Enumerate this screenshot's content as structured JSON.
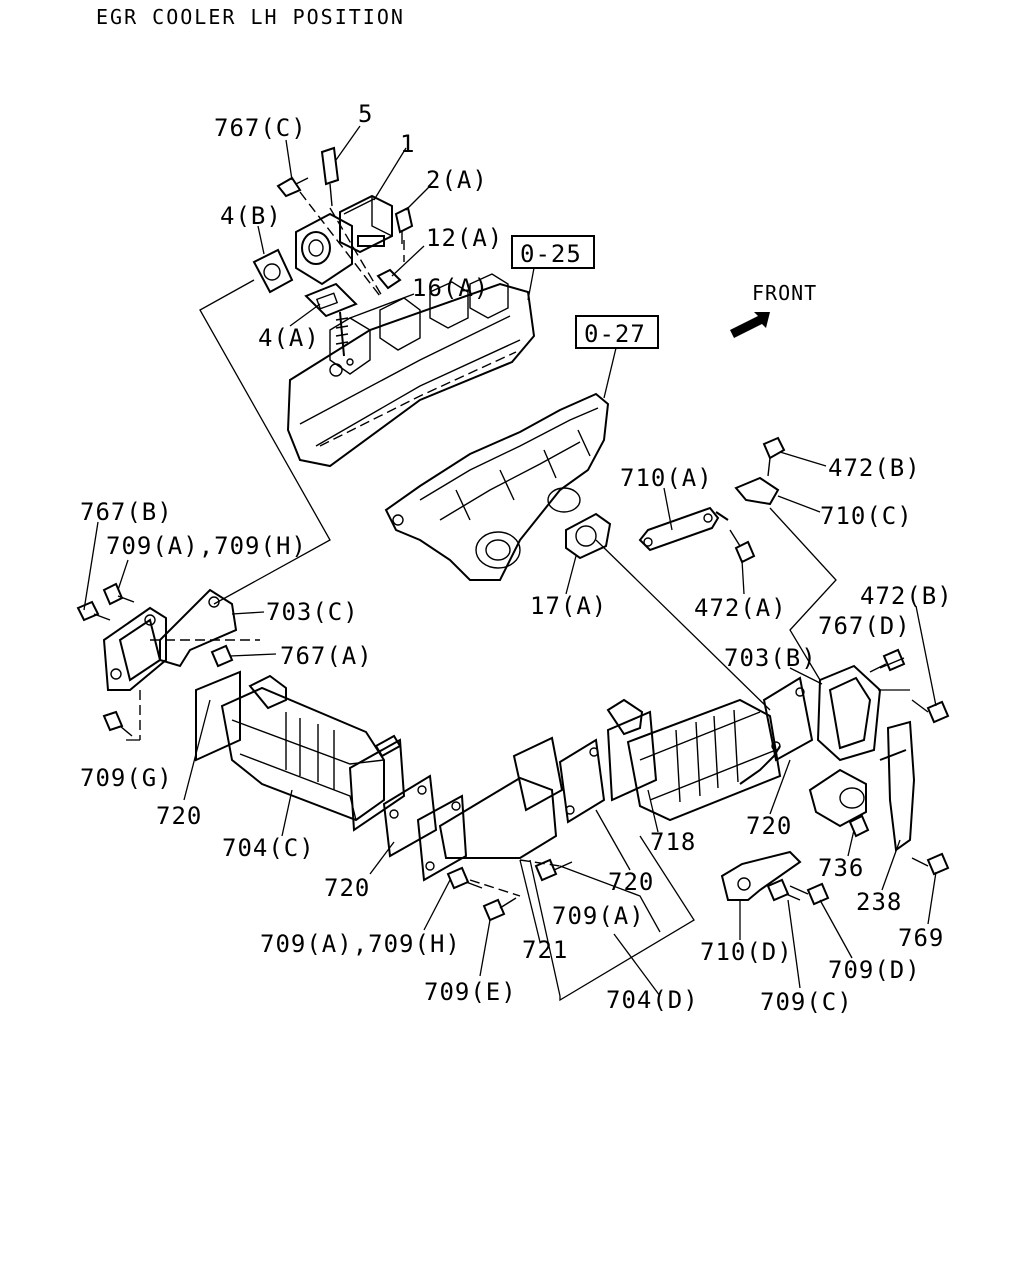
{
  "title": "EGR COOLER LH POSITION",
  "front_label": "FRONT",
  "refs": {
    "r1": "0-25",
    "r2": "0-27"
  },
  "labels": {
    "p767c": "767(C)",
    "p5": "5",
    "p1": "1",
    "p2a": "2(A)",
    "p4b": "4(B)",
    "p12a": "12(A)",
    "p16a": "16(A)",
    "p4a": "4(A)",
    "p472b_top": "472(B)",
    "p710a": "710(A)",
    "p710c": "710(C)",
    "p767b": "767(B)",
    "p709ah_top": "709(A),709(H)",
    "p703c": "703(C)",
    "p767a": "767(A)",
    "p17a": "17(A)",
    "p472a": "472(A)",
    "p472b_r": "472(B)",
    "p767d": "767(D)",
    "p703b": "703(B)",
    "p709g": "709(G)",
    "p720_l": "720",
    "p704c": "704(C)",
    "p720_ml": "720",
    "p718": "718",
    "p720_r": "720",
    "p736": "736",
    "p238": "238",
    "p769": "769",
    "p720_m": "720",
    "p709a_m": "709(A)",
    "p709ah_bot": "709(A),709(H)",
    "p721": "721",
    "p710d": "710(D)",
    "p709d": "709(D)",
    "p709e": "709(E)",
    "p704d": "704(D)",
    "p709c": "709(C)"
  }
}
